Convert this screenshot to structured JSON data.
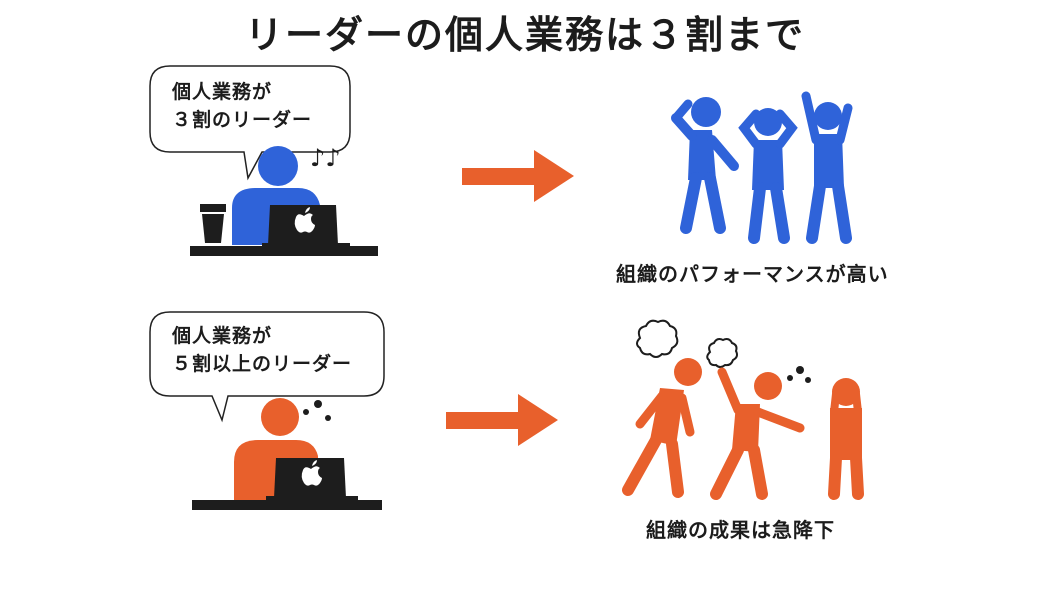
{
  "title": "リーダーの個人業務は３割まで",
  "top": {
    "bubble_line1": "個人業務が",
    "bubble_line2": "３割のリーダー",
    "music_note": "♪♪",
    "caption": "組織のパフォーマンスが高い",
    "color": "#2f63d9"
  },
  "bottom": {
    "bubble_line1": "個人業務が",
    "bubble_line2": "５割以上のリーダー",
    "caption": "組織の成果は急降下",
    "color": "#e8602c"
  },
  "colors": {
    "arrow": "#e8602c",
    "desk": "#1d1d1d",
    "laptop": "#1d1d1d"
  },
  "icons": [
    "speech-bubble-icon",
    "apple-logo-icon",
    "coffee-cup-icon",
    "music-note-icon",
    "anger-puff-icon",
    "sweat-drops-icon"
  ]
}
